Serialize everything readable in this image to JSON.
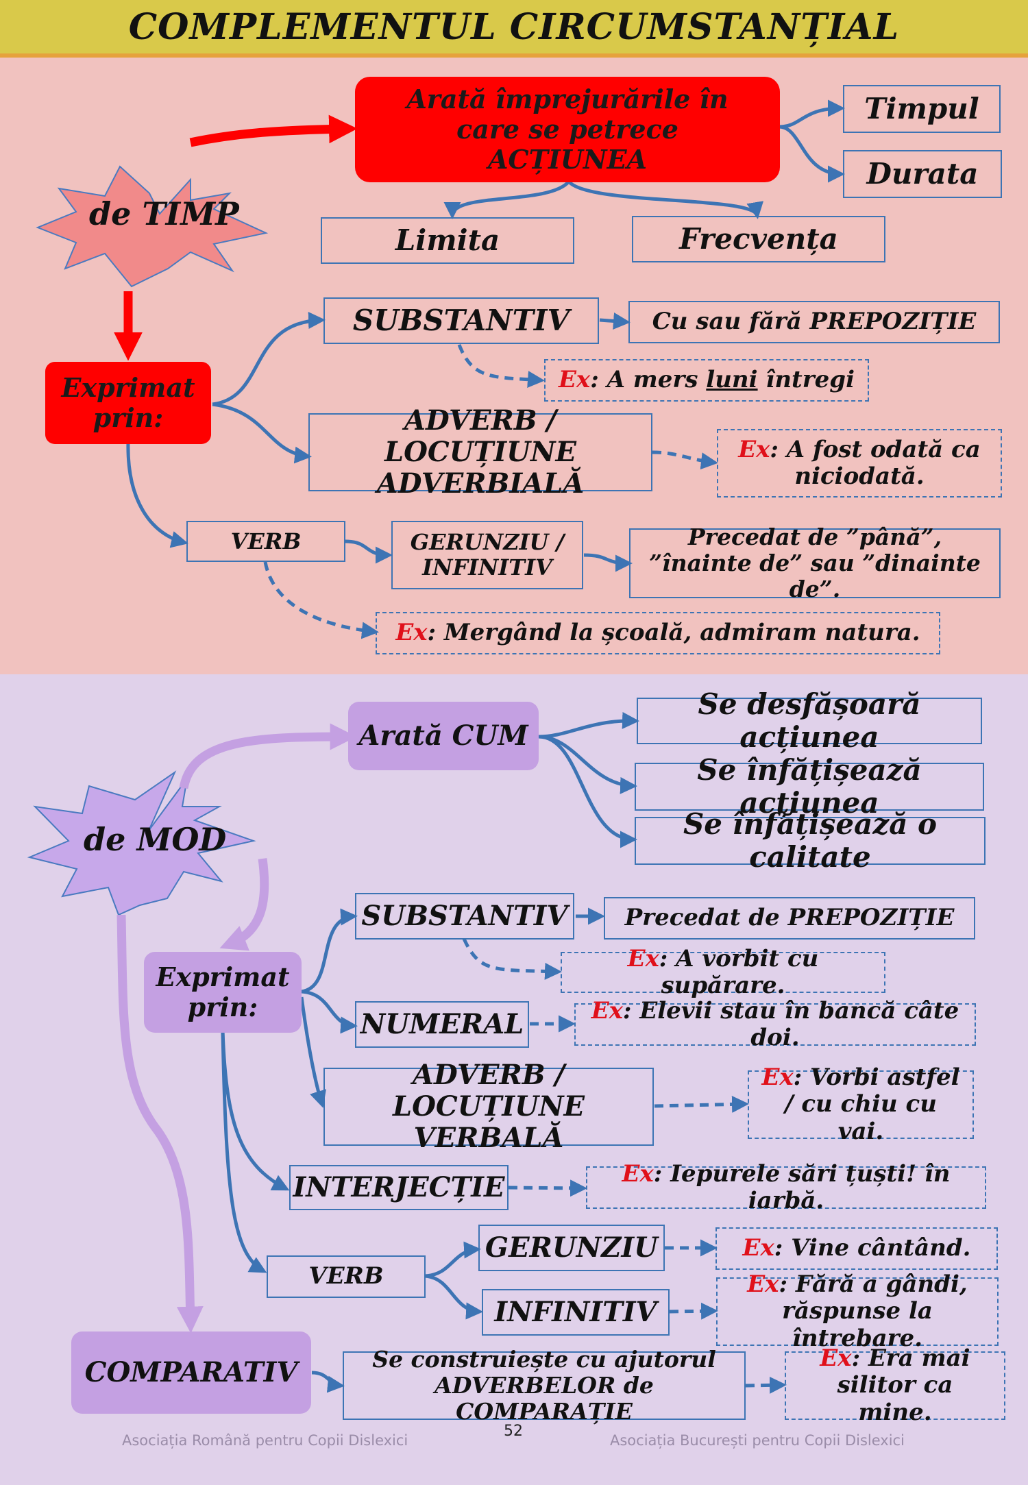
{
  "title": "COMPLEMENTUL CIRCUMSTANȚIAL",
  "timp": {
    "star": "de TIMP",
    "main": "Arată împrejurările în care se petrece ACȚIUNEA",
    "timpul": "Timpul",
    "durata": "Durata",
    "limita": "Limita",
    "frecventa": "Frecvența",
    "exprimat": "Exprimat prin:",
    "substantiv": "SUBSTANTIV",
    "cu_sau_fara": "Cu sau fără PREPOZIȚIE",
    "ex_label": "Ex",
    "ex1_pre": ": A mers ",
    "ex1_u": "luni",
    "ex1_post": " întregi",
    "adverb": "ADVERB / LOCUȚIUNE ADVERBIALĂ",
    "ex2": ": A fost odată ca niciodată.",
    "verb": "VERB",
    "gerunziu": "GERUNZIU / INFINITIV",
    "precedat": "Precedat de ”până”, ”înainte de” sau ”dinainte de”.",
    "ex3": ": Mergând la școală, admiram natura."
  },
  "mod": {
    "star": "de MOD",
    "arata": "Arată CUM",
    "r1": "Se desfășoară acțiunea",
    "r2": "Se înfățișează acțiunea",
    "r3": "Se înfățișează o calitate",
    "exprimat": "Exprimat prin:",
    "substantiv": "SUBSTANTIV",
    "precedat": "Precedat de PREPOZIȚIE",
    "ex_label": "Ex",
    "ex1": ": A vorbit cu supărare.",
    "numeral": "NUMERAL",
    "ex2": ": Elevii stau în bancă câte doi.",
    "adverb": "ADVERB / LOCUȚIUNE VERBALĂ",
    "ex3": ": Vorbi astfel / cu chiu cu vai.",
    "interjectie": "INTERJECȚIE",
    "ex4": ": Iepurele sări țuști! în iarbă.",
    "verb": "VERB",
    "gerunziu": "GERUNZIU",
    "ex5": ": Vine cântând.",
    "infinitiv": "INFINITIV",
    "ex6": ": Fără a gândi, răspunse la întrebare.",
    "comparativ": "COMPARATIV",
    "comp_desc": "Se construiește cu ajutorul ADVERBELOR de COMPARAȚIE",
    "ex7": ": Era mai silitor ca mine."
  },
  "footer": {
    "left": "Asociația Română pentru Copii Dislexici",
    "page": "52",
    "right": "Asociația București pentru Copii Dislexici"
  },
  "colors": {
    "red": "#ff0000",
    "purple": "#c4a0e2",
    "blue": "#3d74b4"
  }
}
